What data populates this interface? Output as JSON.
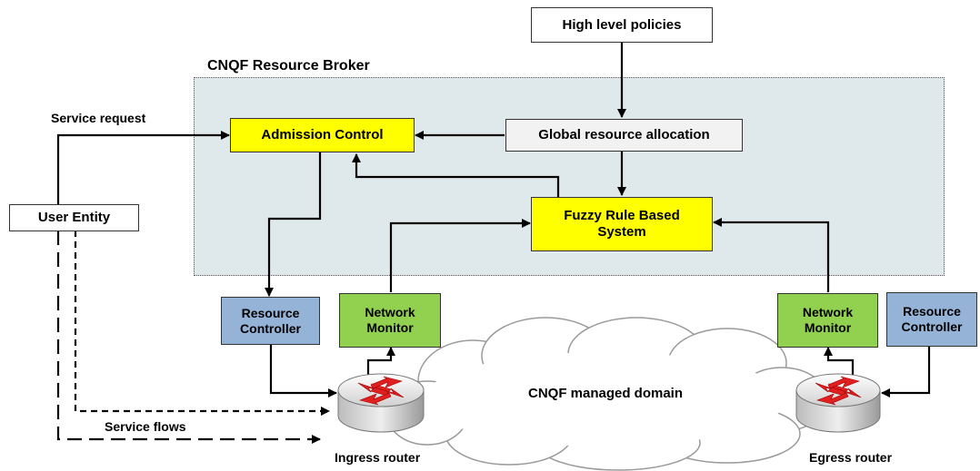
{
  "broker": {
    "title": "CNQF Resource Broker"
  },
  "nodes": {
    "high_level_policies": "High level policies",
    "admission_control": "Admission Control",
    "global_resource_allocation": "Global resource allocation",
    "fuzzy_system_line1": "Fuzzy Rule Based",
    "fuzzy_system_line2": "System",
    "user_entity": "User Entity",
    "resource_controller_left_1": "Resource",
    "resource_controller_left_2": "Controller",
    "network_monitor_left_1": "Network",
    "network_monitor_left_2": "Monitor",
    "network_monitor_right_1": "Network",
    "network_monitor_right_2": "Monitor",
    "resource_controller_right_1": "Resource",
    "resource_controller_right_2": "Controller"
  },
  "labels": {
    "service_request": "Service request",
    "service_flows": "Service flows",
    "managed_domain": "CNQF managed domain",
    "ingress_router": "Ingress router",
    "egress_router": "Egress router"
  },
  "colors": {
    "yellow": "#ffff00",
    "blue": "#95b3d7",
    "green": "#92d050",
    "broker_fill": "#dfe8ea",
    "router_arrow": "#e02020"
  }
}
